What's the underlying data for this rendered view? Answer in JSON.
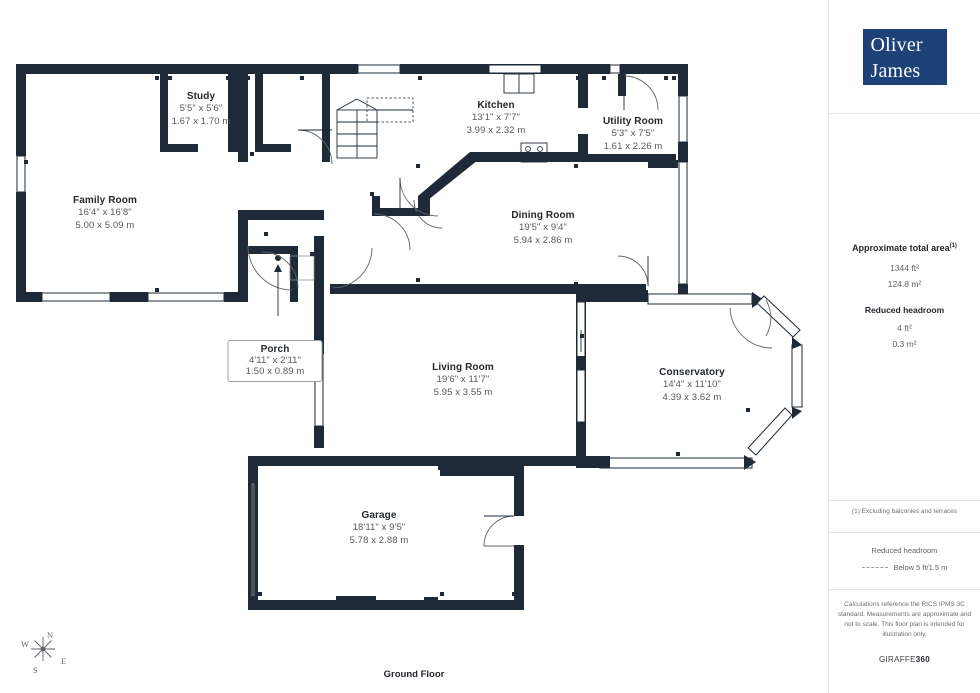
{
  "brand": {
    "logo_line1": "Oliver",
    "logo_line2": "James",
    "logo_color": "#1c4277"
  },
  "plan": {
    "floor_caption": "Ground Floor",
    "wall_color": "#1e2a38",
    "rooms": [
      {
        "name": "Study",
        "imperial": "5'5\" x 5'6\"",
        "metric": "1.67 x 1.70 m"
      },
      {
        "name": "Family Room",
        "imperial": "16'4\" x 16'8\"",
        "metric": "5.00 x 5.09 m"
      },
      {
        "name": "Kitchen",
        "imperial": "13'1\" x 7'7\"",
        "metric": "3.99 x 2.32 m"
      },
      {
        "name": "Utility Room",
        "imperial": "5'3\" x 7'5\"",
        "metric": "1.61 x 2.26 m"
      },
      {
        "name": "Dining Room",
        "imperial": "19'5\" x 9'4\"",
        "metric": "5.94 x 2.86 m"
      },
      {
        "name": "Porch",
        "imperial": "4'11\" x 2'11\"",
        "metric": "1.50 x 0.89 m"
      },
      {
        "name": "Living Room",
        "imperial": "19'6\" x 11'7\"",
        "metric": "5.95 x 3.55 m"
      },
      {
        "name": "Conservatory",
        "imperial": "14'4\" x 11'10\"",
        "metric": "4.39 x 3.62 m"
      },
      {
        "name": "Garage",
        "imperial": "18'11\" x 9'5\"",
        "metric": "5.78 x 2.88 m"
      }
    ],
    "compass": {
      "n": "N",
      "e": "E",
      "s": "S",
      "w": "W"
    }
  },
  "sidebar": {
    "area_title": "Approximate total area",
    "area_title_sup": "(1)",
    "area_sqft": "1344 ft²",
    "area_sqm": "124.8 m²",
    "reduced_title": "Reduced headroom",
    "reduced_sqft": "4 ft²",
    "reduced_sqm": "0.3 m²",
    "excluding_note": "(1) Excluding balconies and terraces",
    "legend_title": "Reduced headroom",
    "legend_label": "Below 5 ft/1.5 m",
    "disclaimer": "Calculations reference the RICS IPMS 3C standard. Measurements are approximate and not to scale. This floor plan is intended for illustration only.",
    "provider_name": "GIRAFFE",
    "provider_suffix": "360"
  }
}
